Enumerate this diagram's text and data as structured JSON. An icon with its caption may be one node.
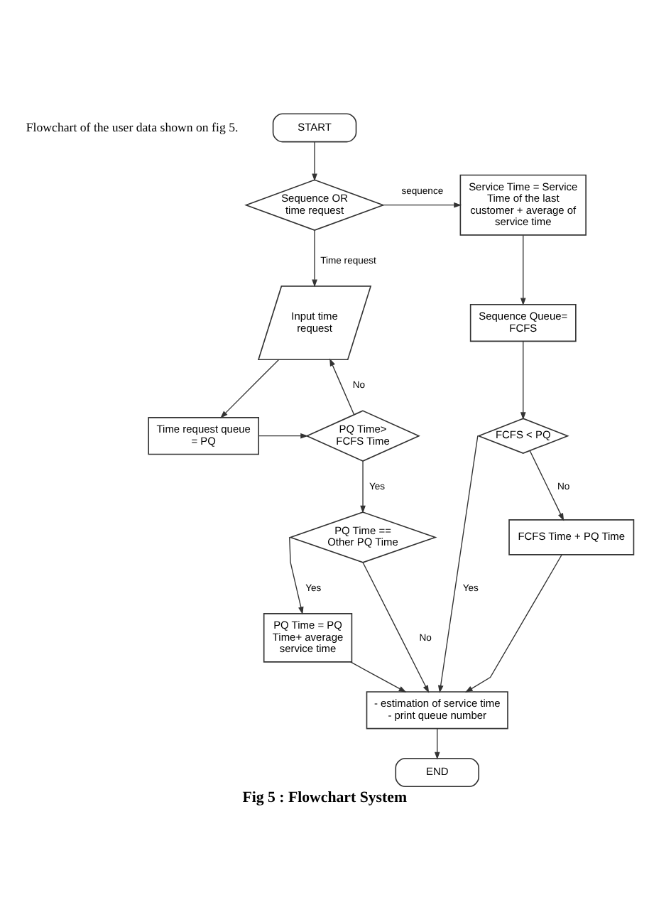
{
  "diagram": {
    "caption": "Fig 5 : Flowchart System",
    "nodes": [
      {
        "text": [
          "START"
        ]
      },
      {
        "text": [
          "Sequence OR time request"
        ]
      },
      {
        "text": [
          "Service Time = Service Time of the last customer + average of service time"
        ]
      },
      {
        "text": [
          "Input time request"
        ]
      },
      {
        "text": [
          "Sequence Queue= FCFS"
        ]
      },
      {
        "text": [
          "Time request queue = PQ"
        ]
      },
      {
        "text": [
          "PQ Time> FCFS Time"
        ]
      },
      {
        "text": [
          "FCFS < PQ"
        ]
      },
      {
        "text": [
          "PQ Time = PQ Time+ average service time"
        ]
      },
      {
        "text": [
          "PQ Time == Other PQ Time"
        ]
      },
      {
        "text": [
          "FCFS Time + PQ Time"
        ]
      },
      {
        "text": [
          "- estimation of service time",
          "- print queue number"
        ]
      },
      {
        "text": [
          "END"
        ]
      }
    ],
    "edges": [
      {
        "from": 0,
        "to": 1,
        "arrow": "to"
      },
      {
        "from": 1,
        "to": 2,
        "arrow": "to",
        "label": "sequence"
      },
      {
        "from": 1,
        "to": 3,
        "arrow": "to",
        "label": "Time request"
      },
      {
        "from": 2,
        "to": 4,
        "arrow": "to"
      },
      {
        "from": 3,
        "to": 5,
        "arrow": "to"
      },
      {
        "from": 5,
        "to": 6,
        "arrow": "to"
      },
      {
        "from": 6,
        "to": 3,
        "arrow": "to",
        "label": "No"
      },
      {
        "from": 6,
        "to": 9,
        "arrow": "to",
        "label": "Yes"
      },
      {
        "from": 4,
        "to": 7,
        "arrow": "to"
      },
      {
        "from": 7,
        "to": 11,
        "arrow": "to",
        "label": "Yes"
      },
      {
        "from": 7,
        "to": 10,
        "arrow": "to",
        "label": "No"
      },
      {
        "from": 9,
        "to": 8,
        "arrow": "to",
        "label": "Yes"
      },
      {
        "from": 9,
        "to": 11,
        "arrow": "to",
        "label": "No"
      },
      {
        "from": 8,
        "to": 11,
        "arrow": "to"
      },
      {
        "from": 10,
        "to": 11,
        "arrow": "to"
      },
      {
        "from": 11,
        "to": 12,
        "arrow": "to"
      }
    ],
    "labels": [
      "Flowchart of the user data shown on fig 5."
    ]
  }
}
